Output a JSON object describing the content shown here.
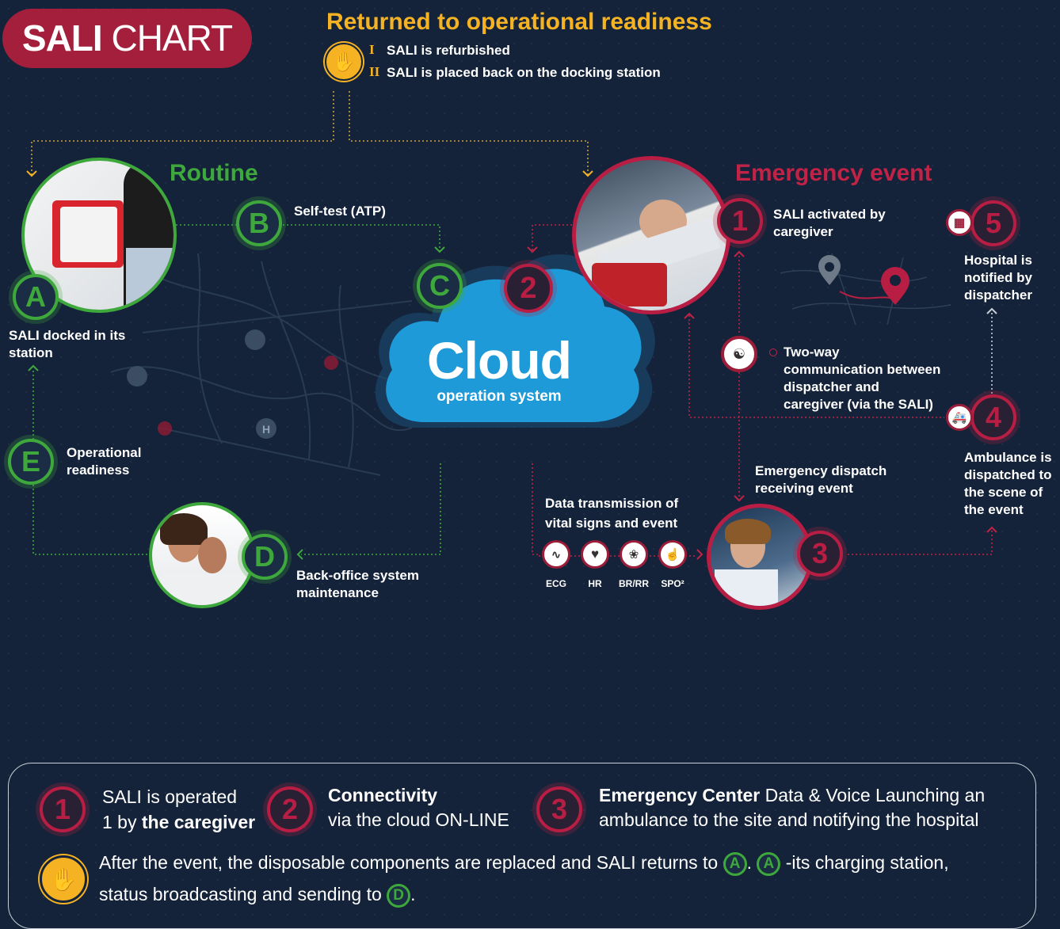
{
  "title": {
    "bold": "SALI",
    "rest": "CHART"
  },
  "returned": {
    "heading": "Returned to operational readiness",
    "items": [
      {
        "num": "I",
        "text": "SALI is refurbished"
      },
      {
        "num": "II",
        "text": "SALI is placed back on the docking station"
      }
    ],
    "icon": "hand-icon"
  },
  "routine": {
    "heading": "Routine",
    "A": {
      "letter": "A",
      "text": "SALI docked in its station"
    },
    "B": {
      "letter": "B",
      "text": "Self-test (ATP)"
    },
    "C": {
      "letter": "C"
    },
    "D": {
      "letter": "D",
      "text": "Back-office system maintenance"
    },
    "E": {
      "letter": "E",
      "text": "Operational readiness"
    }
  },
  "cloud": {
    "title": "Cloud",
    "subtitle": "operation system",
    "step": "2"
  },
  "emergency": {
    "heading": "Emergency event",
    "step1": {
      "num": "1",
      "text": "SALI activated by caregiver"
    },
    "step3": {
      "num": "3",
      "text": "Emergency dispatch receiving event"
    },
    "step4": {
      "num": "4",
      "text": "Ambulance is dispatched to the scene of the event"
    },
    "step5": {
      "num": "5",
      "text": "Hospital is notified by dispatcher"
    },
    "twoway": "Two-way communication between dispatcher and caregiver (via the SALI)"
  },
  "vitals": {
    "caption": "Data transmission of vital signs and event",
    "items": [
      {
        "label": "ECG",
        "icon": "ecg-icon"
      },
      {
        "label": "HR",
        "icon": "heart-icon"
      },
      {
        "label": "BR/RR",
        "icon": "lungs-icon"
      },
      {
        "label": "SPO²",
        "icon": "finger-touch-icon"
      }
    ]
  },
  "legend": {
    "item1": {
      "num": "1",
      "line1": "SALI is operated",
      "line2pre": "1 by ",
      "line2bold": "the caregiver"
    },
    "item2": {
      "num": "2",
      "bold": "Connectivity",
      "line2": "via the cloud ON-LINE"
    },
    "item3": {
      "num": "3",
      "bold": "Emergency Center",
      "line1rest": " Data & Voice Launching an",
      "line2": "ambulance to the site and notifying the hospital"
    },
    "note": {
      "part1": "After the event, the disposable components are replaced and SALI returns to",
      "badgeA": "A",
      "sep": ".",
      "part2": "-its charging station,",
      "part3": "status broadcasting and sending to",
      "badgeD": "D",
      "end": "."
    }
  },
  "colors": {
    "background": "#142339",
    "green": "#3ea83c",
    "red": "#b81e43",
    "gold": "#f5b324",
    "cloud": "#1e9ad8"
  }
}
